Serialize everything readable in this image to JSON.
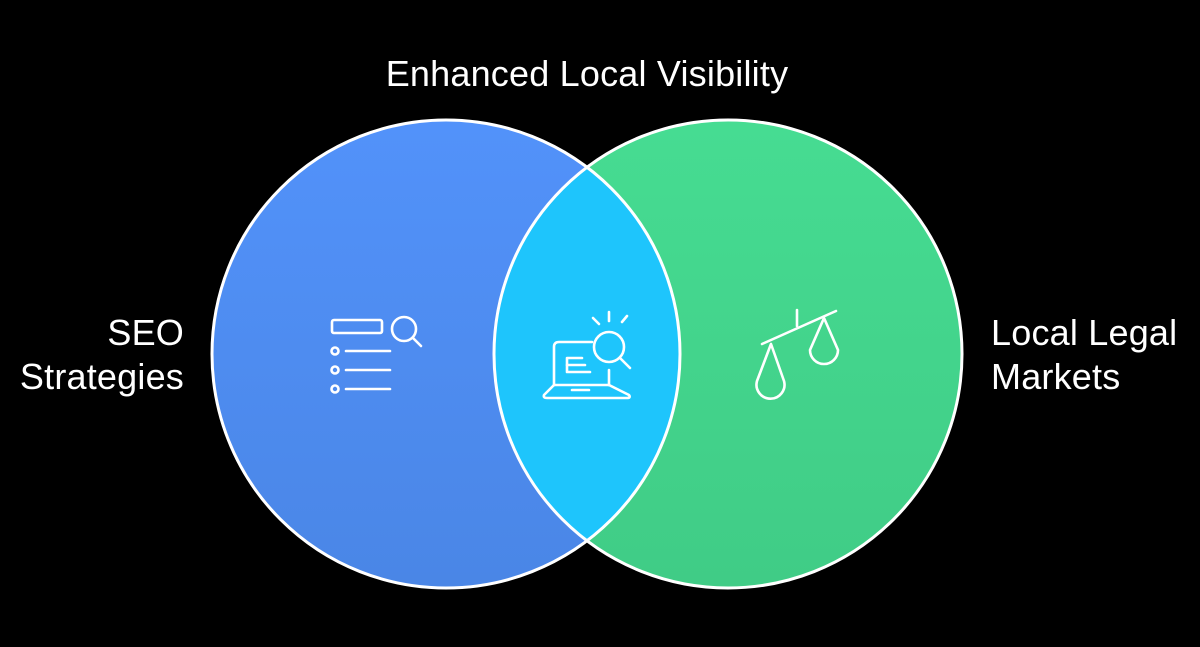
{
  "diagram": {
    "type": "venn",
    "title": "Enhanced Local Visibility",
    "sets": [
      {
        "id": "seo",
        "label_lines": [
          "SEO",
          "Strategies"
        ],
        "icon": "search-list-icon",
        "color": "#4f8ff7"
      },
      {
        "id": "legal",
        "label_lines": [
          "Local Legal",
          "Markets"
        ],
        "icon": "scales-icon",
        "color": "#42d08a"
      }
    ],
    "intersection": {
      "label": "Enhanced Local Visibility",
      "icon": "laptop-search-icon",
      "color": "#1ec5fc"
    },
    "outline_color": "#ffffff",
    "background": "#000000"
  }
}
